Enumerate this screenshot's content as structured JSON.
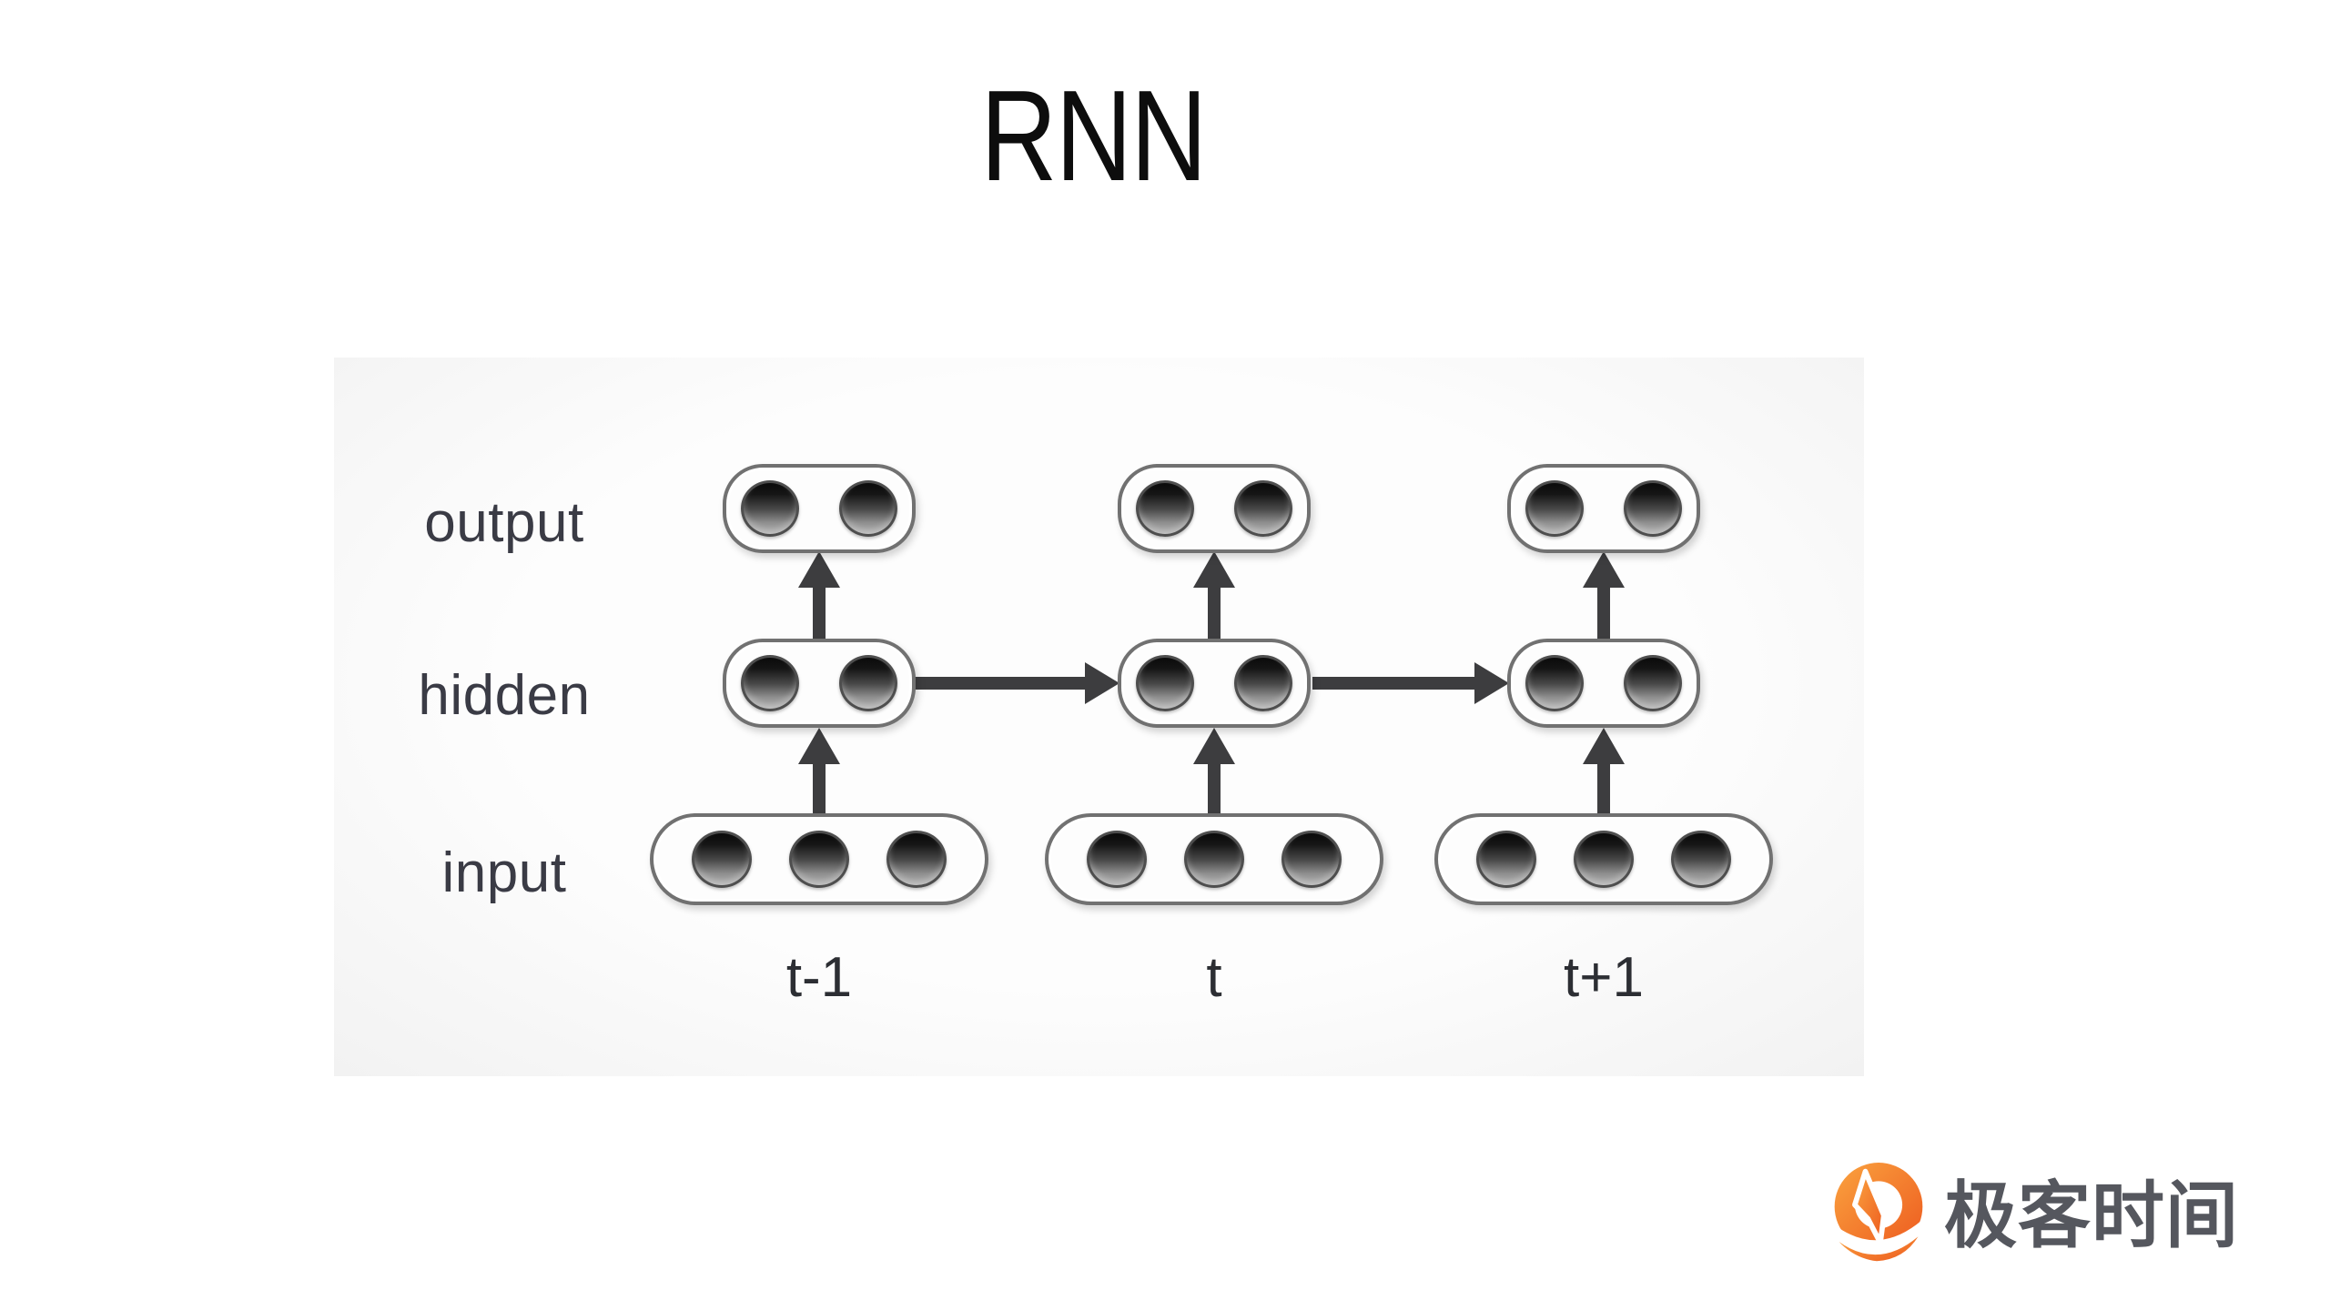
{
  "title": "RNN",
  "diagram": {
    "row_labels": [
      "output",
      "hidden",
      "input"
    ],
    "time_labels": [
      "t-1",
      "t",
      "t+1"
    ],
    "structure": {
      "columns": 3,
      "output_units_per_step": 2,
      "hidden_units_per_step": 2,
      "input_units_per_step": 3
    },
    "connections": [
      "input to hidden: upward arrow at each time step",
      "hidden to output: upward arrow at each time step",
      "hidden recurrence: rightward arrows t-1 to t and t to t+1"
    ]
  },
  "branding": {
    "logo_text": "极客时间",
    "logo_icon": "geektime-logo",
    "logo_orange": "#f26522",
    "logo_text_color": "#55575e"
  },
  "colors": {
    "background": "#ffffff",
    "panel_background": "#f6f6f6",
    "pill_border": "#717171",
    "arrow": "#3d3d3f",
    "title_color": "#0d0d0d",
    "row_label_color": "#3a3b45",
    "time_label_color": "#2c2e33"
  }
}
